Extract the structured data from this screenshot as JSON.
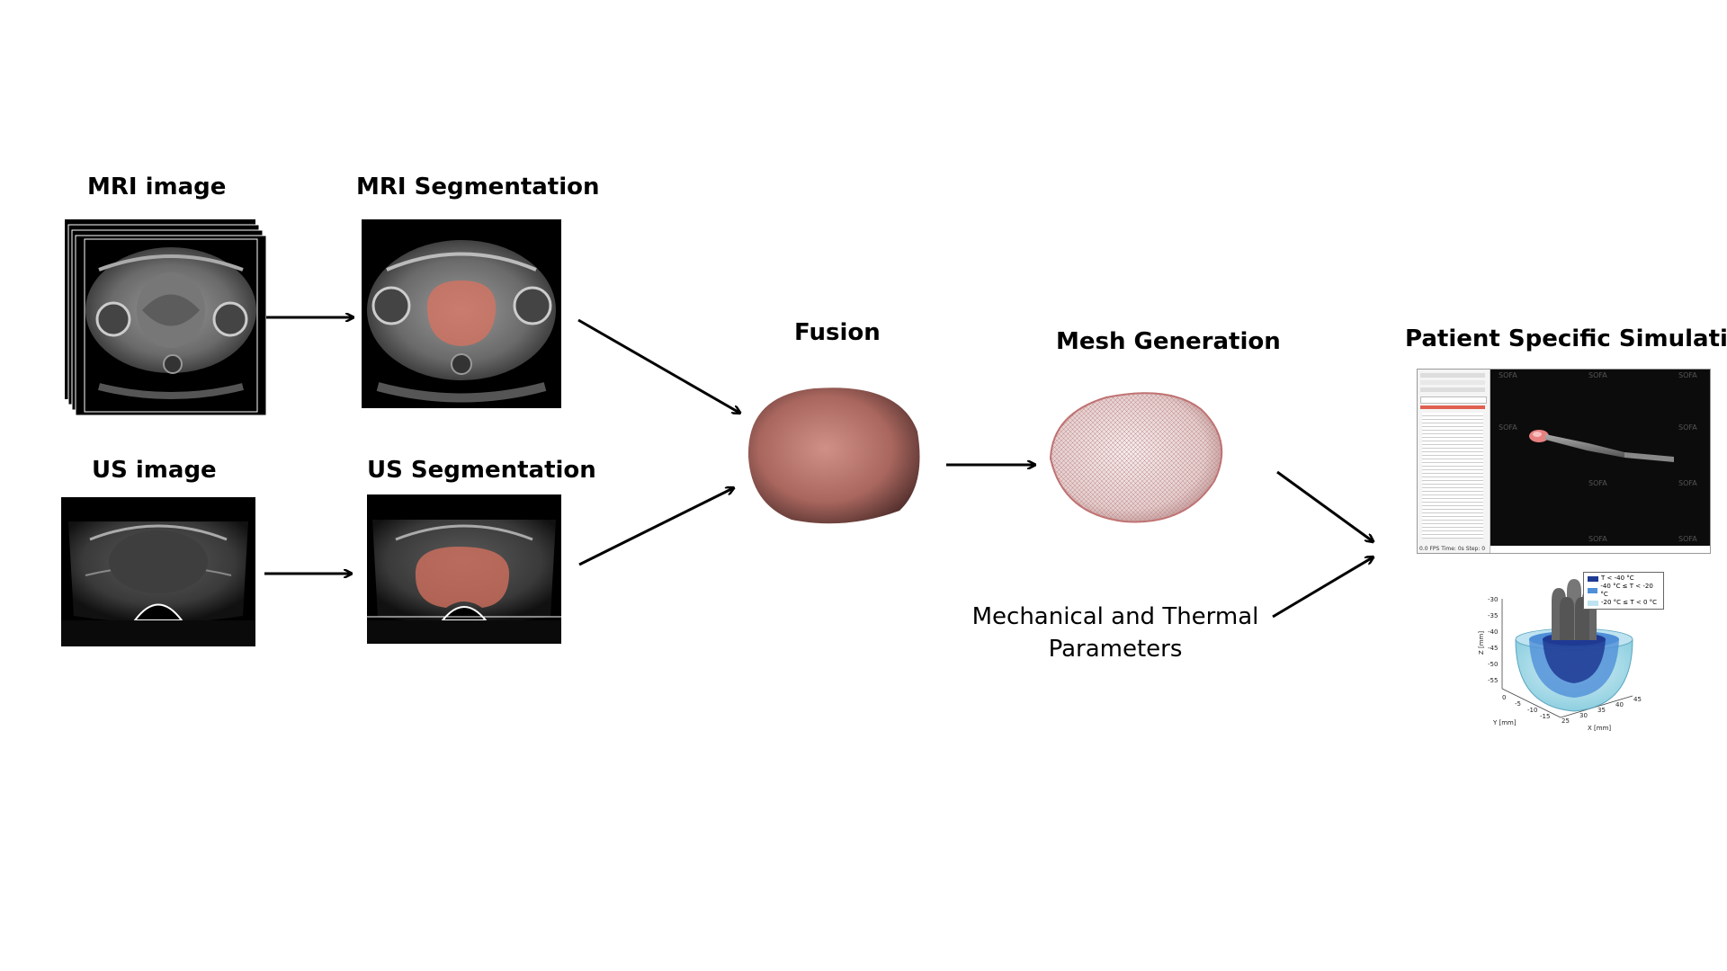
{
  "labels": {
    "mri_image": "MRI image",
    "mri_segmentation": "MRI Segmentation",
    "us_image": "US image",
    "us_segmentation": "US Segmentation",
    "fusion": "Fusion",
    "mesh_generation": "Mesh Generation",
    "patient_specific_simulation": "Patient Specific Simulation",
    "mechanical_thermal_line1": "Mechanical and Thermal",
    "mechanical_thermal_line2": "Parameters"
  },
  "sofa_panel": {
    "brand": "SOFA",
    "status_bar": "0.0 FPS   Time: 0s   Step: 0"
  },
  "thermal_plot": {
    "legend": [
      "T < -40 °C",
      "-40 °C ≤ T < -20 °C",
      "-20 °C ≤ T < 0 °C"
    ],
    "legend_colors": [
      "#1f3a93",
      "#4f8fd8",
      "#bfe3f0"
    ],
    "z_label": "Z [mm]",
    "y_label": "Y [mm]",
    "x_label": "X [mm]",
    "z_ticks": [
      "-30",
      "-35",
      "-40",
      "-45",
      "-50",
      "-55"
    ],
    "y_ticks": [
      "0",
      "-5",
      "-10",
      "-15"
    ],
    "x_ticks": [
      "25",
      "30",
      "35",
      "40",
      "45"
    ]
  },
  "colors": {
    "segmentation_overlay": "#d9735f",
    "fusion_organ": "#b8736a",
    "arrow": "#000000"
  }
}
